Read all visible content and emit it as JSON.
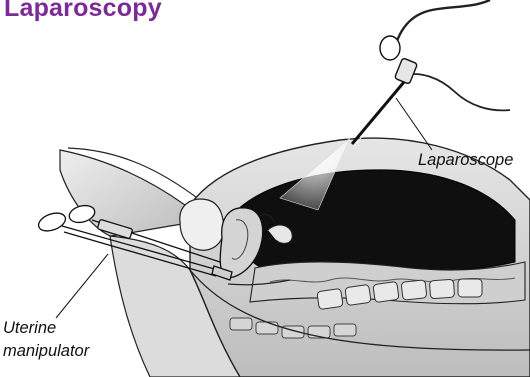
{
  "title": "Laparoscopy",
  "labels": {
    "laparoscope": "Laparoscope",
    "uterine_line1": "Uterine",
    "uterine_line2": "manipulator"
  },
  "colors": {
    "title": "#7b2a96",
    "ink": "#111111",
    "skin": "#d9d9d9",
    "cavity": "#0f0f0f"
  }
}
